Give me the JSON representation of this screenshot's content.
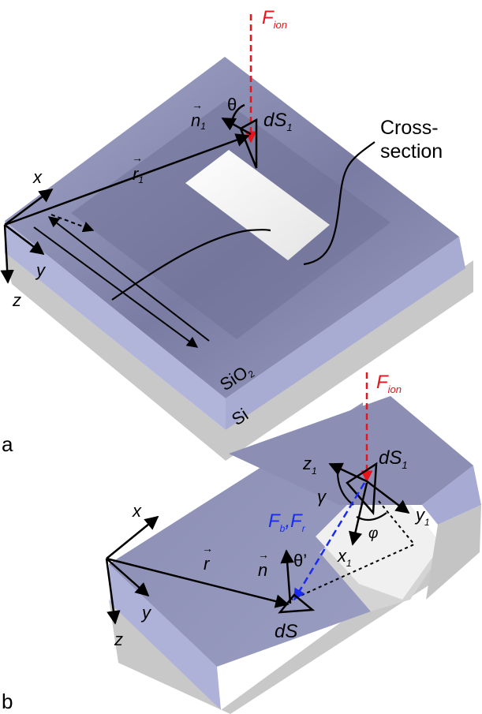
{
  "colors": {
    "oxide": "#9da0c4",
    "oxide_dark": "#6e7096",
    "oxide_side": "#b4b7dc",
    "silicon": "#c8c8c8",
    "trench": "#f2f2f2",
    "ion_flux": "#e8141c",
    "reemission_flux": "#1a2cf0",
    "ink": "#000000"
  },
  "panel_a": {
    "panel_label": "a",
    "ion_flux": {
      "symbol": "F",
      "subscript": "ion"
    },
    "angle_theta": "θ",
    "normal_vector": {
      "symbol": "n",
      "subscript": "1"
    },
    "surface_element": {
      "symbol": "dS",
      "subscript": "1"
    },
    "position_vector": {
      "symbol": "r",
      "subscript": "1"
    },
    "cross_section_label_line1": "Cross-",
    "cross_section_label_line2": "section",
    "axis_x": "x",
    "axis_y": "y",
    "axis_z": "z",
    "layer_oxide": {
      "symbol": "SiO",
      "subscript": "2"
    },
    "layer_silicon": "Si"
  },
  "panel_b": {
    "panel_label": "b",
    "ion_flux": {
      "symbol": "F",
      "subscript": "ion"
    },
    "surface_element_1": {
      "symbol": "dS",
      "subscript": "1"
    },
    "local_axis_z1": {
      "symbol": "z",
      "subscript": "1"
    },
    "local_axis_y1": {
      "symbol": "y",
      "subscript": "1"
    },
    "local_axis_x1": {
      "symbol": "x",
      "subscript": "1"
    },
    "angle_gamma": "γ",
    "angle_phi": "φ",
    "angle_theta_prime": "θ’",
    "flux_labels": {
      "first": "F",
      "first_subscript": "b",
      "separator": ",",
      "second": "F",
      "second_subscript": "r"
    },
    "normal_vector": "n",
    "position_vector": "r",
    "surface_element": "dS",
    "axis_x": "x",
    "axis_y": "y",
    "axis_z": "z"
  }
}
